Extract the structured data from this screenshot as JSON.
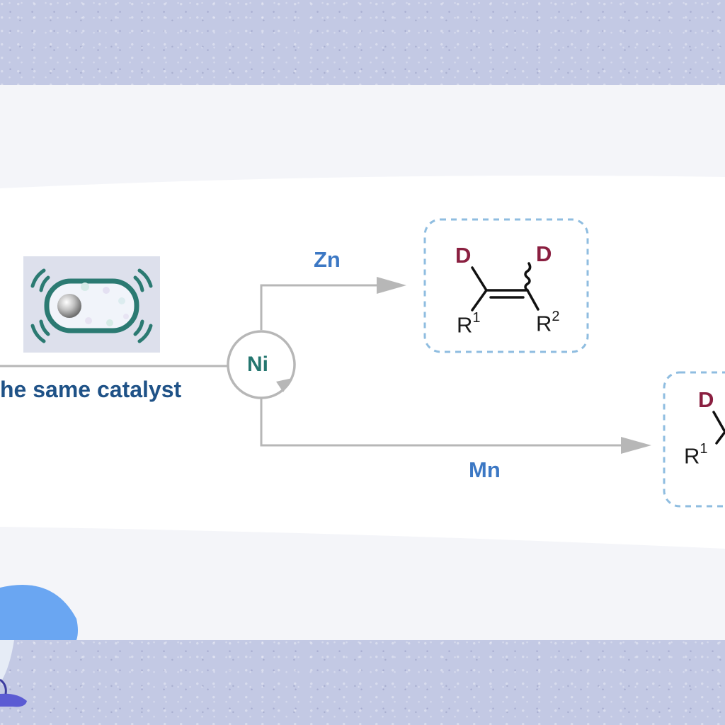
{
  "catalyst_label": "he same catalyst",
  "center_metal": "Ni",
  "upper_route": {
    "reductant": "Zn",
    "product_atoms": {
      "d_left": "D",
      "d_right": "D",
      "r_left": "R",
      "r_left_sup": "1",
      "r_right": "R",
      "r_right_sup": "2"
    }
  },
  "lower_route": {
    "reductant": "Mn",
    "product_atoms": {
      "d_left": "D",
      "r_left": "R",
      "r_left_sup": "1"
    }
  },
  "colors": {
    "teal": "#24766f",
    "reagent_blue": "#3c78c4",
    "deuterium": "#8a1f40",
    "arrow_gray": "#b7b7b7",
    "dashed_box": "#8fbde0"
  }
}
